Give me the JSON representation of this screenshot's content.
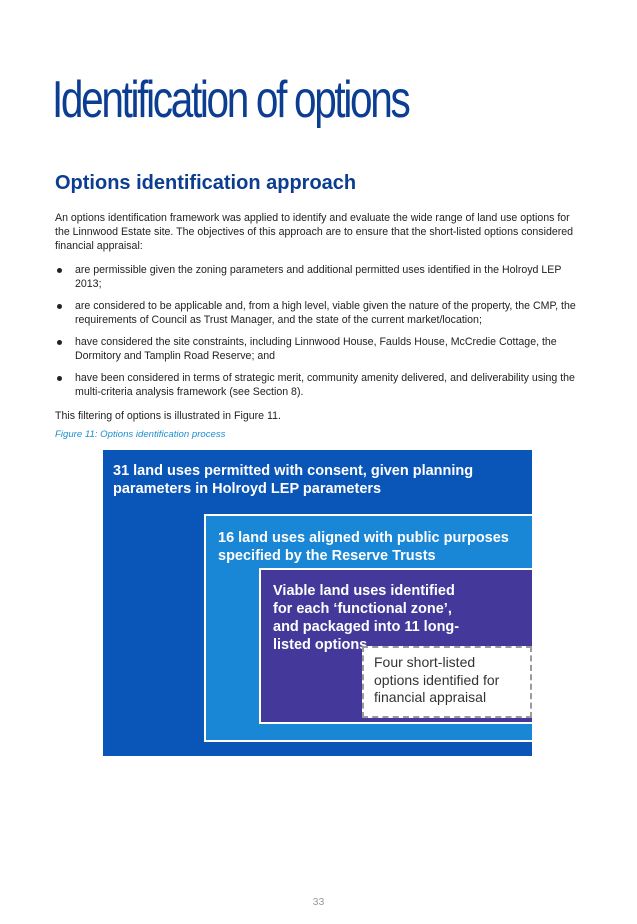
{
  "page": {
    "title": "Identification of options",
    "section_heading": "Options identification approach",
    "intro": "An options identification framework was applied to identify and evaluate the wide range of land use options for the Linnwood Estate site. The objectives of this approach are to ensure that the short-listed options considered financial appraisal:",
    "bullets": [
      "are permissible given the zoning parameters and additional permitted uses identified in the Holroyd LEP 2013;",
      "are considered to be applicable and, from a high level, viable given the nature of the property, the CMP, the requirements of Council as Trust Manager, and the state of the current market/location;",
      "have considered the site constraints, including Linnwood House, Faulds House, McCredie Cottage, the Dormitory and Tamplin Road Reserve; and",
      "have been considered in terms of strategic merit, community amenity delivered, and deliverability using the multi-criteria analysis framework (see Section 8)."
    ],
    "filter_note": "This filtering of options is illustrated in Figure 11.",
    "figure_caption": "Figure 11: Options identification process",
    "page_number": "33"
  },
  "diagram": {
    "outer_label": "31 land uses permitted with consent, given planning parameters in Holroyd LEP parameters",
    "mid_label": "16 land uses aligned with public purposes specified by the Reserve Trusts",
    "inner_label": "Viable land uses identified for each ‘functional zone’, and packaged into 11 long-listed options",
    "core_label": "Four short-listed options identified for financial appraisal",
    "colors": {
      "outer": "#0a55b8",
      "mid": "#1a86d6",
      "inner": "#44399a",
      "core": "#ffffff",
      "heading": "#0b3d91",
      "caption": "#1a8fd0"
    }
  }
}
